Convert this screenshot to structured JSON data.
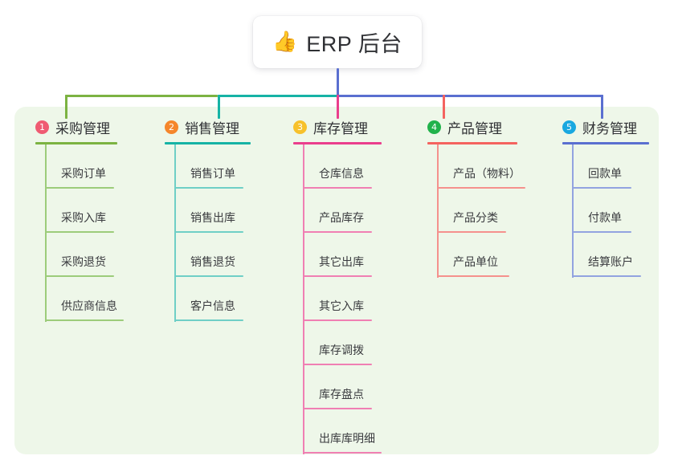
{
  "root": {
    "icon": "thumbs-up-icon",
    "emoji": "👍",
    "title": "ERP 后台"
  },
  "theme": {
    "panel_bg": "#eef7e9",
    "page_bg": "#ffffff",
    "card_bg": "#ffffff",
    "text": "#2f3034",
    "root_stem": "#5a5fc7"
  },
  "chart_data": {
    "type": "tree",
    "title": "ERP 后台",
    "root_label": "ERP 后台",
    "branch_count": 5,
    "branches": [
      {
        "index": "1",
        "label": "采购管理",
        "badge_color": "#ef5b72",
        "line_color": "#7cb342",
        "item_line_color": "#9ccc7a",
        "items": [
          "采购订单",
          "采购入库",
          "采购退货",
          "供应商信息"
        ]
      },
      {
        "index": "2",
        "label": "销售管理",
        "badge_color": "#f5862b",
        "line_color": "#16b3a5",
        "item_line_color": "#6fcfc6",
        "items": [
          "销售订单",
          "销售出库",
          "销售退货",
          "客户信息"
        ]
      },
      {
        "index": "3",
        "label": "库存管理",
        "badge_color": "#f7c12b",
        "line_color": "#ea3e8c",
        "item_line_color": "#f07fb3",
        "items": [
          "仓库信息",
          "产品库存",
          "其它出库",
          "其它入库",
          "库存调拨",
          "库存盘点",
          "出库库明细"
        ]
      },
      {
        "index": "4",
        "label": "产品管理",
        "badge_color": "#21b24b",
        "line_color": "#f4635f",
        "item_line_color": "#f5918d",
        "items": [
          "产品（物料）",
          "产品分类",
          "产品单位"
        ]
      },
      {
        "index": "5",
        "label": "财务管理",
        "badge_color": "#19a8e0",
        "line_color": "#5a6fd0",
        "item_line_color": "#92a3e0",
        "items": [
          "回款单",
          "付款单",
          "结算账户"
        ]
      }
    ]
  }
}
